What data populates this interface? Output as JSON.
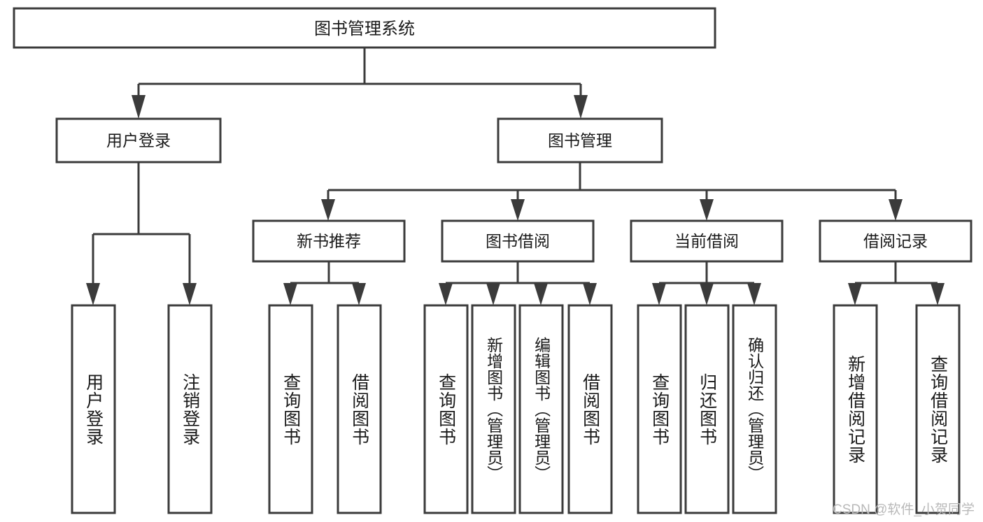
{
  "diagram": {
    "type": "tree-hierarchy",
    "title": "图书管理系统",
    "watermark": "CSDN @软件_小贺同学",
    "colors": {
      "stroke": "#3b3b3b",
      "fill": "#ffffff",
      "text": "#1a1a1a",
      "watermark": "#b9b9b9",
      "background": "#ffffff"
    },
    "root": {
      "label": "图书管理系统"
    },
    "level2": [
      {
        "label": "用户登录"
      },
      {
        "label": "图书管理"
      }
    ],
    "level3": [
      {
        "label": "新书推荐"
      },
      {
        "label": "图书借阅"
      },
      {
        "label": "当前借阅"
      },
      {
        "label": "借阅记录"
      }
    ],
    "leaves": {
      "user_login": [
        {
          "label": "用户登录"
        },
        {
          "label": "注销登录"
        }
      ],
      "new_book": [
        {
          "label": "查询图书"
        },
        {
          "label": "借阅图书"
        }
      ],
      "book_borrow": [
        {
          "label": "查询图书"
        },
        {
          "label": "新增图书（管理员）"
        },
        {
          "label": "编辑图书（管理员）"
        },
        {
          "label": "借阅图书"
        }
      ],
      "current_borrow": [
        {
          "label": "查询图书"
        },
        {
          "label": "归还图书"
        },
        {
          "label": "确认归还（管理员）"
        }
      ],
      "borrow_record": [
        {
          "label": "新增借阅记录"
        },
        {
          "label": "查询借阅记录"
        }
      ]
    }
  }
}
